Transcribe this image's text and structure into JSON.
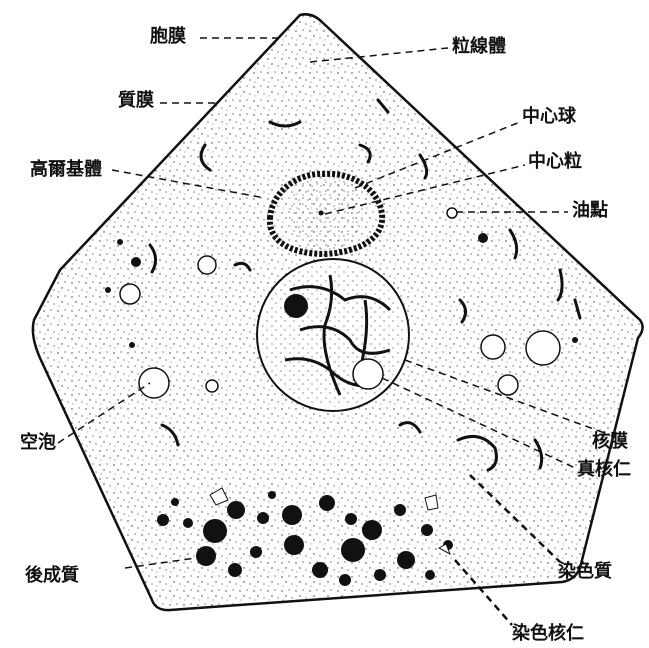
{
  "labels": {
    "cell_membrane": "胞膜",
    "mitochondria": "粒線體",
    "plasma_membrane": "質膜",
    "centrosphere": "中心球",
    "golgi_body": "高爾基體",
    "centriole": "中心粒",
    "oil_droplet": "油點",
    "vacuole": "空泡",
    "nuclear_membrane": "核膜",
    "true_nucleolus": "真核仁",
    "ergastoplasm": "後成質",
    "chromatin": "染色質",
    "chromatin_nucleolus": "染色核仁"
  },
  "colors": {
    "ink": "#111111",
    "paper": "#ffffff"
  }
}
